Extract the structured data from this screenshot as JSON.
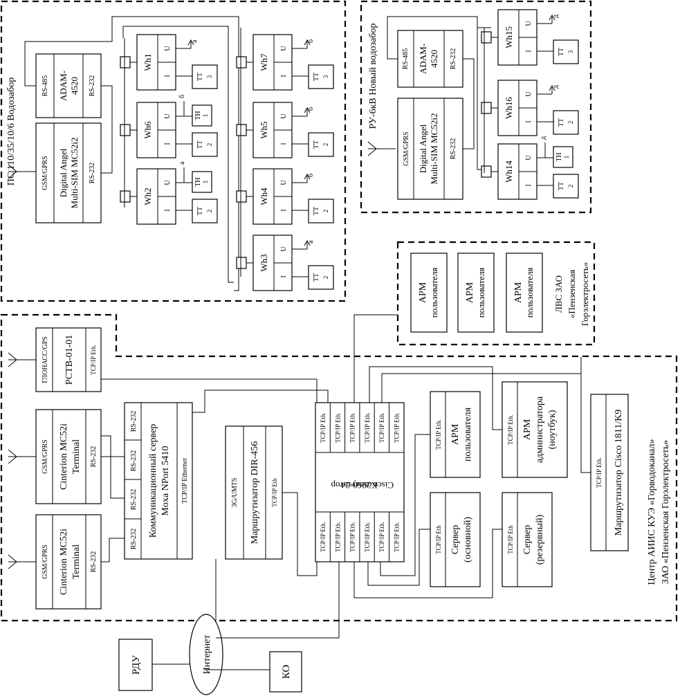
{
  "ps_area": {
    "title": "ПС 110/35/10/6 Водозабор",
    "gsm": {
      "top": "GSM/GPRS",
      "line1": "Digital Angel",
      "line2": "Multi-SIM MC52i2",
      "port": "RS-232"
    },
    "adam": {
      "port1": "RS-485",
      "line1": "ADAM-",
      "line2": "4520",
      "port2": "RS-232"
    },
    "meters": [
      {
        "name": "Wh1",
        "tt": "ТТ",
        "tt_num": "3",
        "phase": "а"
      },
      {
        "name": "Wh6",
        "tt": "ТТ",
        "tt_num": "2",
        "th": "ТН",
        "th_num": "1",
        "phase": "б"
      },
      {
        "name": "Wh2",
        "tt": "ТТ",
        "tt_num": "2",
        "th": "ТН",
        "th_num": "1",
        "phase": "а"
      },
      {
        "name": "Wh7",
        "tt": "ТТ",
        "tt_num": "3",
        "phase": "б"
      },
      {
        "name": "Wh5",
        "tt": "ТТ",
        "tt_num": "2",
        "phase": "б"
      },
      {
        "name": "Wh4",
        "tt": "ТТ",
        "tt_num": "2",
        "phase": "б"
      },
      {
        "name": "Wh3",
        "tt": "ТТ",
        "tt_num": "2",
        "phase": "а"
      }
    ],
    "u_label": "U",
    "i_label": "I"
  },
  "ru_area": {
    "title": "РУ-6кВ Новый водозабор",
    "adam": {
      "port1": "RS-485",
      "line1": "ADAM-",
      "line2": "4520",
      "port2": "RS-232"
    },
    "gsm": {
      "top": "GSM/GPRS",
      "line1": "Digital Angel",
      "line2": "Multi-SIM MC52i2",
      "port": "RS-232"
    },
    "meters": [
      {
        "name": "Wh15",
        "tt": "ТТ",
        "tt_num": "3",
        "phase": "д"
      },
      {
        "name": "Wh16",
        "tt": "ТТ",
        "tt_num": "2",
        "phase": "д"
      },
      {
        "name": "Wh14",
        "tt": "ТТ",
        "tt_num": "2",
        "th": "ТН",
        "th_num": "1",
        "phase": "д"
      }
    ]
  },
  "lvs_area": {
    "title1": "ЛВС ЗАО",
    "title2": "«Пензенская",
    "title3": "Горэлектросеть»",
    "arm": "АРМ",
    "arm_sub": "пользователя"
  },
  "center_area": {
    "title1": "Центр АИИС КУЭ «Горводоканал»",
    "title2": "ЗАО «Пензенская Горэлектросеть»",
    "glonass": {
      "top": "ГЛОНАСС/GPS",
      "name": "РСТВ-01-01",
      "port": "TCP/IP Eth."
    },
    "cinterion1": {
      "top": "GSM/GPRS",
      "line1": "Cinterion MC52i",
      "line2": "Terminal",
      "port": "RS-232"
    },
    "cinterion2": {
      "top": "GSM/GPRS",
      "line1": "Cinterion MC52i",
      "line2": "Terminal",
      "port": "RS-232"
    },
    "moxa": {
      "rs": "RS-232",
      "line1": "Коммуникационный сервер",
      "line2": "Moxa NPort 5410",
      "port": "TCP/IP Ethernet"
    },
    "router_dlink": {
      "top": "3G/UMTS",
      "name": "Маршрутизатор  DIR-456",
      "port": "TCP/IP Eth"
    },
    "switch": {
      "line1": "Коммутатор",
      "line2": "Cisco 2960-24",
      "port": "TCP/IP Eth."
    },
    "arm_user": {
      "port": "TCP/IP Eth.",
      "line1": "АРМ",
      "line2": "пользователя"
    },
    "arm_admin": {
      "port": "TCP/IP Eth.",
      "line1": "АРМ",
      "line2": "администратора",
      "line3": "(ноутбук)"
    },
    "server_main": {
      "port": "TCP/IP Eth",
      "line1": "Сервер",
      "line2": "(основной)"
    },
    "server_res": {
      "port": "TCP/IP Eth",
      "line1": "Сервер",
      "line2": "(резервный)"
    },
    "cisco_router": {
      "port": "TCP/IP Eth.",
      "name": "Маршрутизатор Cisco 1811/K9"
    }
  },
  "external": {
    "rdu": "РДУ",
    "internet": "Интернет",
    "ko": "КО"
  }
}
